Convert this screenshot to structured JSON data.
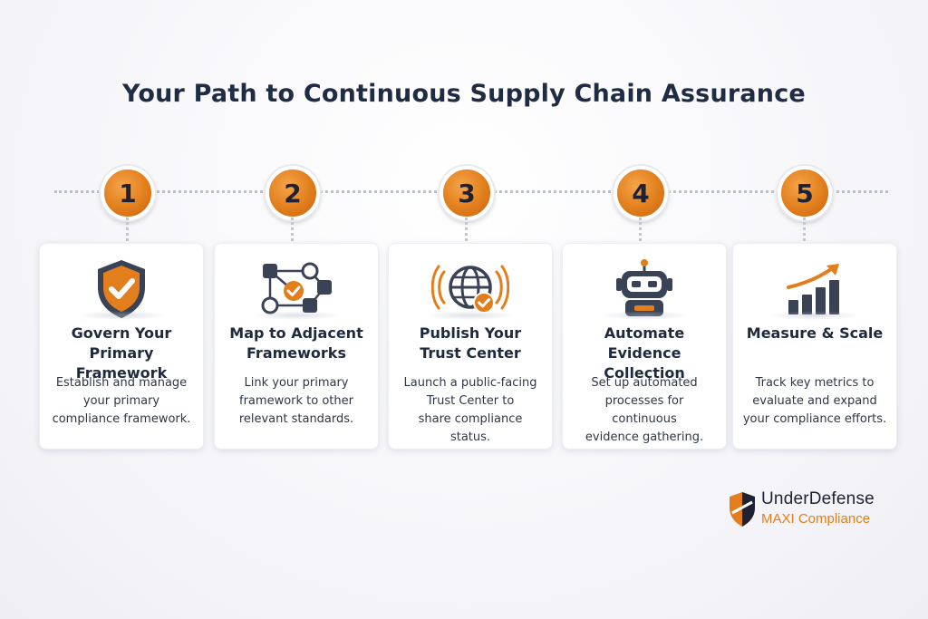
{
  "title": "Your Path to Continuous Supply Chain Assurance",
  "steps": [
    {
      "number": "1",
      "icon": "shield-check-icon",
      "title_line1": "Govern Your",
      "title_line2": "Primary Framework",
      "desc_line1": "Establish and manage",
      "desc_line2": "your primary",
      "desc_line3": "compliance framework."
    },
    {
      "number": "2",
      "icon": "network-map-icon",
      "title_line1": "Map to Adjacent",
      "title_line2": "Frameworks",
      "desc_line1": "Link your primary",
      "desc_line2": "framework to other",
      "desc_line3": "relevant standards."
    },
    {
      "number": "3",
      "icon": "globe-broadcast-icon",
      "title_line1": "Publish Your",
      "title_line2": "Trust Center",
      "desc_line1": "Launch a public-facing",
      "desc_line2": "Trust Center to",
      "desc_line3": "share compliance status."
    },
    {
      "number": "4",
      "icon": "robot-icon",
      "title_line1": "Automate Evidence",
      "title_line2": "Collection",
      "desc_line1": "Set up automated",
      "desc_line2": "processes for continuous",
      "desc_line3": "evidence gathering."
    },
    {
      "number": "5",
      "icon": "growth-chart-icon",
      "title_line1": "Measure & Scale",
      "title_line2": "",
      "desc_line1": "Track key metrics to",
      "desc_line2": "evaluate and expand",
      "desc_line3": "your compliance efforts."
    }
  ],
  "brand": {
    "name": "UnderDefense",
    "product": "MAXI Compliance"
  },
  "colors": {
    "accent": "#e27e1c",
    "navy": "#1f2c44",
    "icon_dark": "#3a4256"
  }
}
